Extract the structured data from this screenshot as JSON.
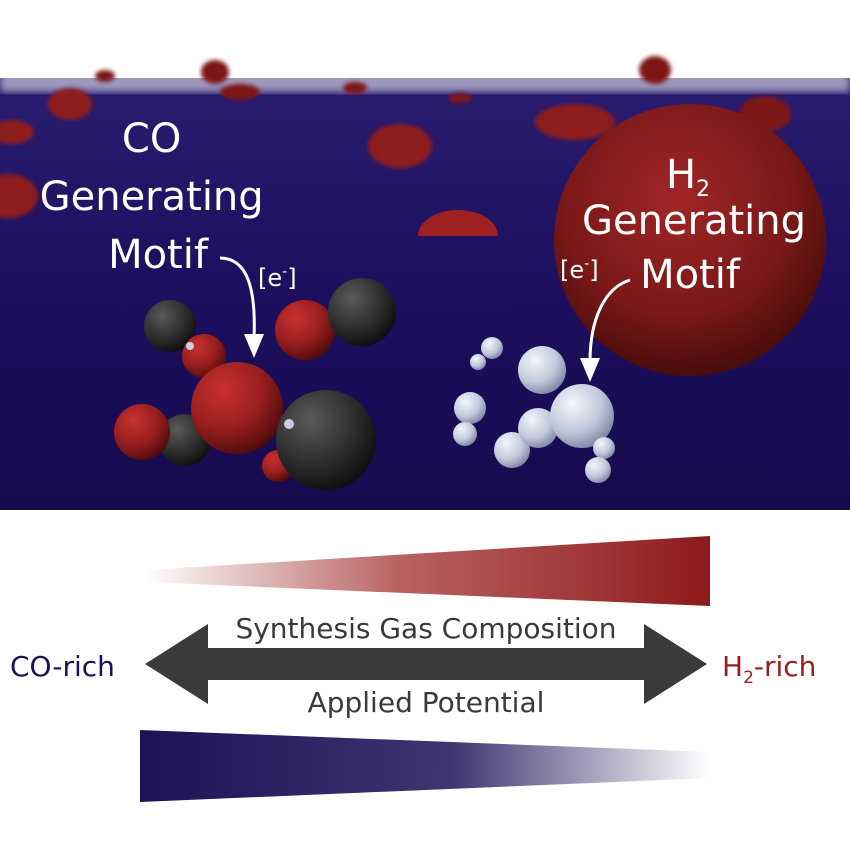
{
  "scene": {
    "co_motif_label": [
      "CO",
      "Generating",
      "Motif"
    ],
    "h2_motif_label": {
      "prefix": "H",
      "subscript": "2",
      "line2": "Generating",
      "line3": "Motif"
    },
    "electron_label": {
      "base": "[e",
      "sup": "-",
      "close": "]"
    }
  },
  "bottom": {
    "composition_label": "Synthesis Gas Composition",
    "potential_label": "Applied Potential",
    "co_rich": "CO-rich",
    "h2_rich": {
      "prefix": "H",
      "subscript": "2",
      "suffix": "-rich"
    }
  },
  "colors": {
    "surface": "#1a0c5a",
    "red_sphere": "#8b1a1a",
    "co_rich": "#1c1257",
    "h2_rich": "#9a1e1e",
    "arrow": "#3a3a3a",
    "h_atom": "#c8cee0",
    "c_atom": "#2e2e2e"
  }
}
